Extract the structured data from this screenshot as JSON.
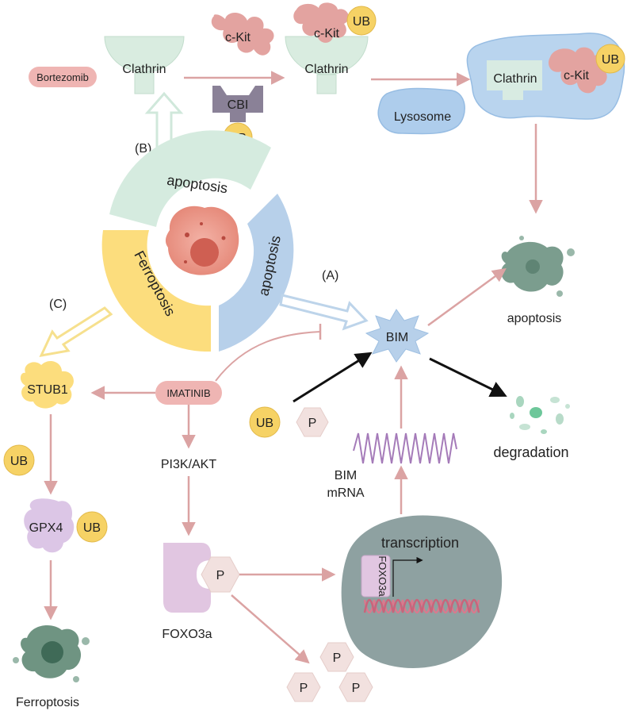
{
  "labels": {
    "bortezomib": "Bortezomib",
    "clathrin_1": "Clathrin",
    "ckit_free": "c-Kit",
    "clathrin_2": "Clathrin",
    "ckit_bound": "c-Kit",
    "ub_top": "UB",
    "clathrin_lys": "Clathrin",
    "ckit_lys": "c-Kit",
    "ub_lys": "UB",
    "lysosome": "Lysosome",
    "cbi": "CBI",
    "ub_cbi": "UB",
    "marker_b": "(B)",
    "marker_a": "(A)",
    "marker_c": "(C)",
    "ring_top": "apoptosis",
    "ring_right": "apoptosis",
    "ring_left": "Ferroptosis",
    "bim": "BIM",
    "apoptosis_out": "apoptosis",
    "degradation": "degradation",
    "stub1": "STUB1",
    "imatinib": "IMATINIB",
    "ub_mid": "UB",
    "p_mid": "P",
    "ub_left": "UB",
    "pi3k": "PI3K/AKT",
    "bim_mrna_1": "BIM",
    "bim_mrna_2": "mRNA",
    "gpx4": "GPX4",
    "ub_gpx4": "UB",
    "foxo_p": "P",
    "foxo3a": "FOXO3a",
    "transcription": "transcription",
    "foxo3a_small": "FOXO3a",
    "p_free_1": "P",
    "p_free_2": "P",
    "p_free_3": "P",
    "ferroptosis_out": "Ferroptosis"
  },
  "colors": {
    "arrow_pink": "#dba3a3",
    "arrow_black": "#111111",
    "clathrin_green": "#d9ece0",
    "ring_green": "#d5ebdf",
    "ring_blue": "#b7d0ea",
    "ring_yellow": "#fcdd7d",
    "ub_yellow": "#f6d265",
    "ckit_pink": "#e3a3a0",
    "lysosome_blue": "#aecdec",
    "nucleus_gray": "#8ea1a1",
    "foxo_purple": "#e1c6e1",
    "hex_pink": "#f2e1df",
    "dead_cell_green": "#6f9482"
  }
}
